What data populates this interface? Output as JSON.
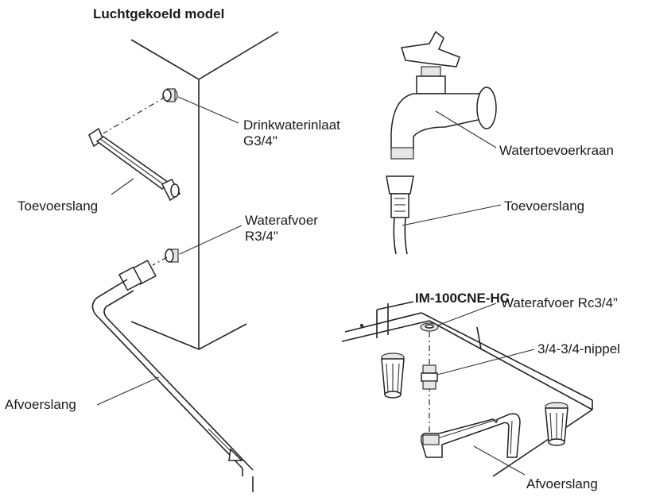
{
  "titles": {
    "left": "Luchtgekoeld model",
    "right_bottom": "IM-100CNE-HC"
  },
  "labels": {
    "drinkwater_line1": "Drinkwaterinlaat",
    "drinkwater_line2": "G3/4\"",
    "toevoerslang_left": "Toevoerslang",
    "waterafvoer_line1": "Waterafvoer",
    "waterafvoer_line2": "R3/4\"",
    "afvoerslang_left": "Afvoerslang",
    "watertoevoerkraan": "Watertoevoerkraan",
    "toevoerslang_right": "Toevoerslang",
    "waterafvoer_rc": "Waterafvoer Rc3/4”",
    "nippel": "3/4-3/4-nippel",
    "afvoerslang_right": "Afvoerslang"
  }
}
